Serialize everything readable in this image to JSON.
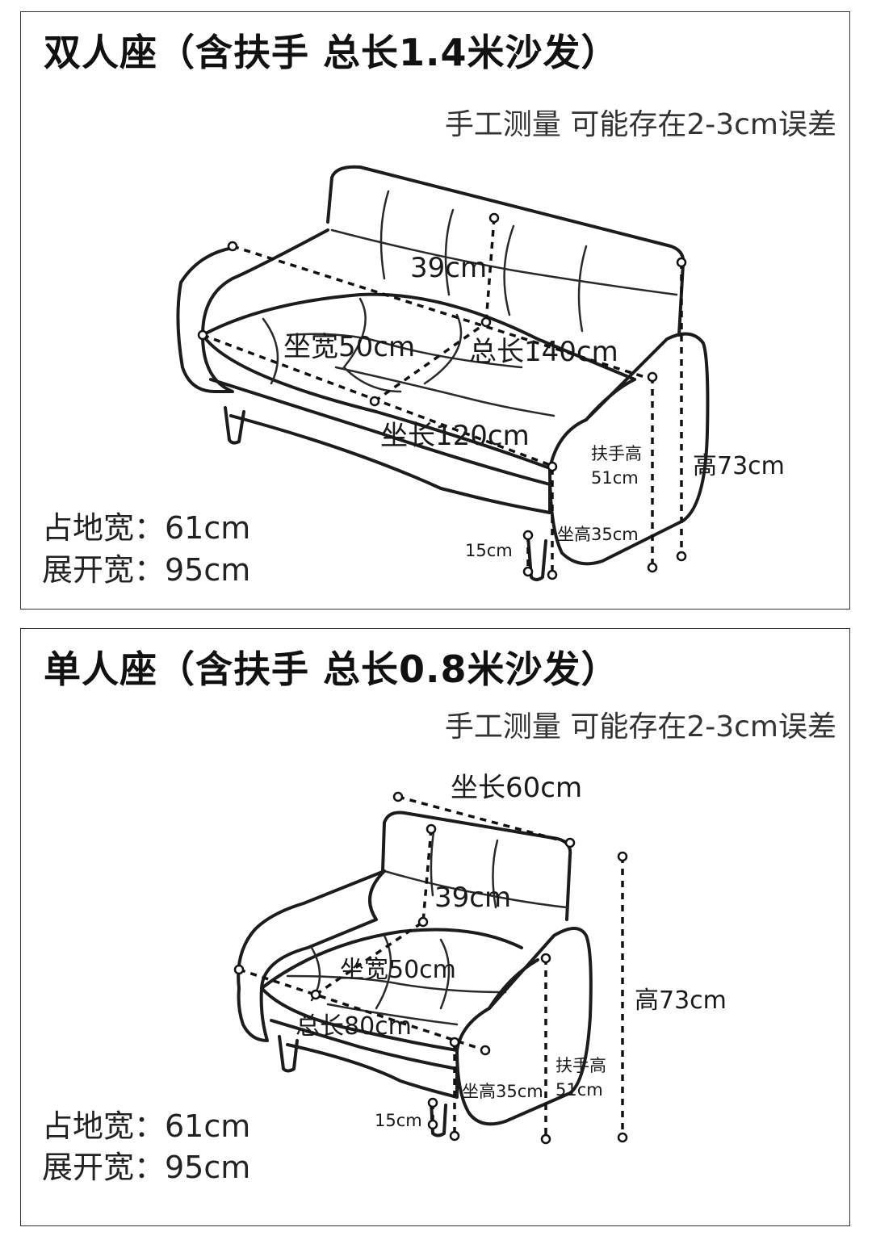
{
  "double": {
    "title": "双人座（含扶手 总长1.4米沙发）",
    "note": "手工测量 可能存在2-3cm误差",
    "labels": {
      "back_height": "39cm",
      "seat_width": "坐宽50cm",
      "total_length": "总长140cm",
      "seat_length": "坐长120cm",
      "armrest_height_line1": "扶手高",
      "armrest_height_line2": "51cm",
      "height": "高73cm",
      "seat_height": "坐高35cm",
      "leg_height": "15cm"
    },
    "floor_width": "占地宽：61cm",
    "unfolded_width": "展开宽：95cm"
  },
  "single": {
    "title": "单人座（含扶手 总长0.8米沙发）",
    "note": "手工测量 可能存在2-3cm误差",
    "labels": {
      "seat_length": "坐长60cm",
      "back_height": "39cm",
      "seat_width": "坐宽50cm",
      "total_length": "总长80cm",
      "height": "高73cm",
      "armrest_height_line1": "扶手高",
      "armrest_height_line2": "51cm",
      "seat_height": "坐高35cm",
      "leg_height": "15cm"
    },
    "floor_width": "占地宽：61cm",
    "unfolded_width": "展开宽：95cm"
  }
}
